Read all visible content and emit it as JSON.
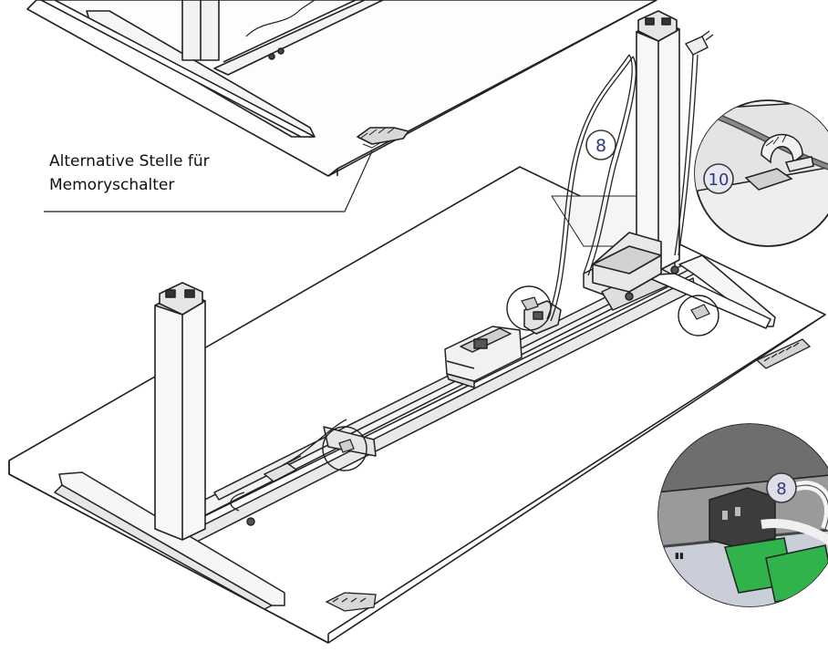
{
  "callout": {
    "line1": "Alternative Stelle für",
    "line2": "Memoryschalter"
  },
  "labels": {
    "cable_main": "8",
    "cable_clip": "10",
    "plug_detail": "8"
  },
  "colors": {
    "ink": "#222222",
    "label_blue": "#2f3a78",
    "clip_green": "#2fb34a"
  }
}
